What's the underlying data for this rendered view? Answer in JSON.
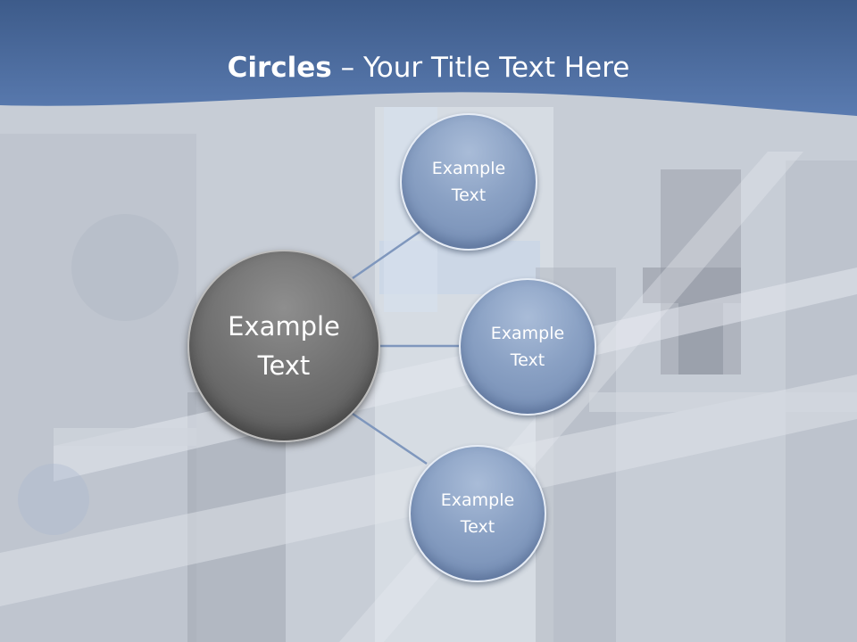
{
  "title": {
    "bold": "Circles",
    "rest": " – Your Title Text Here"
  },
  "center_node": {
    "line1": "Example",
    "line2": "Text"
  },
  "nodes": [
    {
      "line1": "Example",
      "line2": "Text"
    },
    {
      "line1": "Example",
      "line2": "Text"
    },
    {
      "line1": "Example",
      "line2": "Text"
    }
  ],
  "colors": {
    "title_band": "#4a6a9c",
    "node_fill": "#8aa1c4",
    "center_fill": "#707070",
    "connector": "#7f97bd"
  }
}
